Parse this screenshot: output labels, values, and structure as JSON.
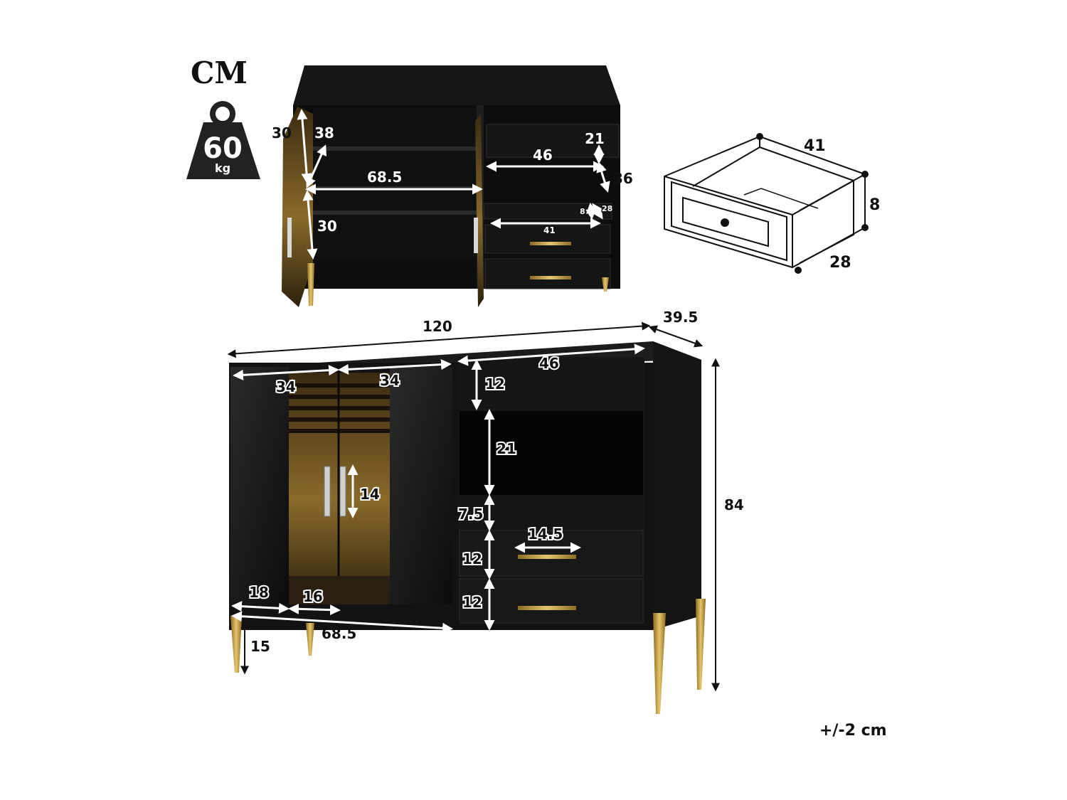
{
  "units_title": "CM",
  "weight": {
    "value": "60",
    "unit": "kg"
  },
  "tolerance": "+/-2 cm",
  "top_view": {
    "left_shelf_height_top": "30",
    "depth_diag": "38",
    "inner_width": "68.5",
    "left_shelf_height_bottom": "30",
    "drawer_opening_height": "21",
    "drawer_inner_width": "46",
    "drawer_section_depth": "36",
    "small_drawer_height": "8",
    "small_drawer_depth": "28",
    "small_drawer_width": "41"
  },
  "drawer_detail": {
    "width": "41",
    "height": "8",
    "depth": "28"
  },
  "front_view": {
    "total_width": "120",
    "depth": "39.5",
    "height": "84",
    "left_door_width": "34",
    "center_door_width": "34",
    "right_section_width": "46",
    "top_panel_height": "12",
    "open_shelf_height": "21",
    "handle_length": "14",
    "divider_height": "7.5",
    "drawer_handle_width": "14.5",
    "drawer1_height": "12",
    "drawer2_height": "12",
    "side_panel_width": "18",
    "glass_door_width": "16",
    "left_section_width": "68.5",
    "leg_height": "15"
  },
  "colors": {
    "body": "#141414",
    "gold": "#c9a24a",
    "amber": "#7a5a1f"
  }
}
